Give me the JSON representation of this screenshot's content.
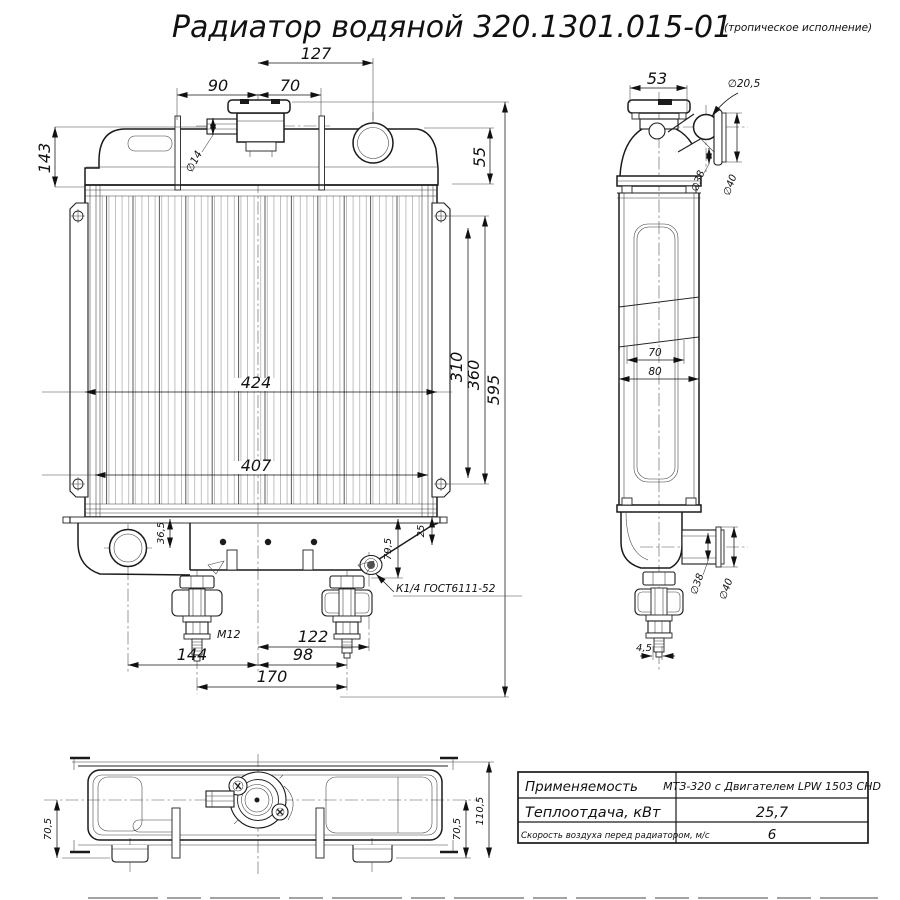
{
  "title": {
    "main": "Радиатор водяной 320.1301.015-01",
    "note": "(тропическое исполнение)"
  },
  "front_view": {
    "dims": {
      "w127": "127",
      "w90": "90",
      "w70": "70",
      "h143": "143",
      "tube_dia": "∅14",
      "h55": "55",
      "h310": "310",
      "h360": "360",
      "h595": "595",
      "w424": "424",
      "w407": "407",
      "h36_5": "36,5",
      "h25": "25",
      "h79_5": "79,5",
      "drain_thread": "К1/4 ГОСТ6111-52",
      "stud_thread": "М12",
      "w144": "144",
      "w122": "122",
      "w98": "98",
      "w170": "170"
    }
  },
  "side_view": {
    "dims": {
      "w53": "53",
      "hole_dia": "∅20,5",
      "pipe_top_d38": "∅38",
      "pipe_top_d40": "∅40",
      "core_w70": "70",
      "core_w80": "80",
      "pipe_bot_d38": "∅38",
      "pipe_bot_d40": "∅40",
      "tip_4_5": "4,5"
    }
  },
  "top_view": {
    "dims": {
      "left_70_5": "70,5",
      "right_70_5": "70,5",
      "overall_110_5": "110,5"
    }
  },
  "spec_table": {
    "rows": [
      {
        "label": "Применяемость",
        "value": "МТЗ-320  с Двигателем  LPW 1503 CHD"
      },
      {
        "label": "Теплоотдача, кВт",
        "value": "25,7"
      },
      {
        "label": "Скорость воздуха перед радиатором, м/с",
        "value": "6"
      }
    ]
  }
}
